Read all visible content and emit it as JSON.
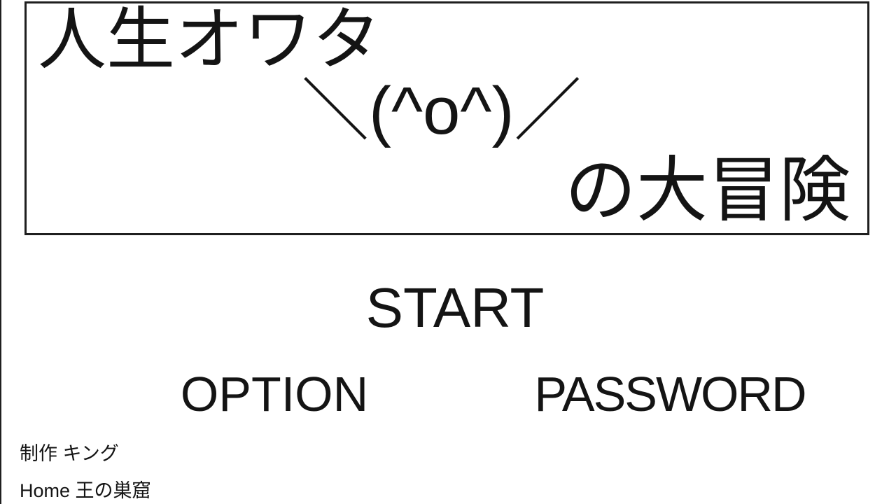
{
  "game": {
    "title_line1": "人生オワタ",
    "title_emoticon": "＼(^o^)／",
    "title_line3": "の大冒険"
  },
  "menu": {
    "start_label": "START",
    "option_label": "OPTION",
    "password_label": "PASSWORD"
  },
  "credits": {
    "production_line": "制作 キング",
    "home_line": "Home 王の巣窟"
  },
  "colors": {
    "background": "#ffffff",
    "ink": "#141414",
    "box_border": "#1f1f1f"
  }
}
